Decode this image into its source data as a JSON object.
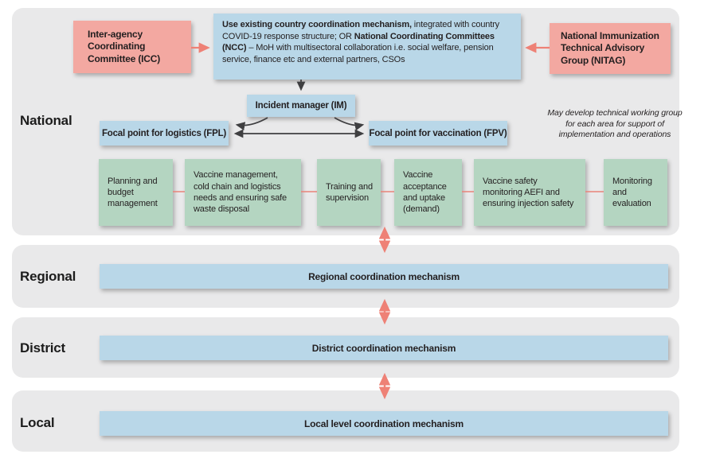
{
  "colors": {
    "panel_gray": "#e9e9ea",
    "box_pink": "#f3a8a1",
    "box_blue": "#b9d7e8",
    "box_green": "#b4d5c1",
    "arrow_pink": "#ee8176",
    "arrow_dark": "#3f3f41",
    "text": "#231f20"
  },
  "levels": [
    {
      "label": "National"
    },
    {
      "label": "Regional"
    },
    {
      "label": "District"
    },
    {
      "label": "Local"
    }
  ],
  "national": {
    "icc_label": "Inter-agency Coordinating Committee (ICC)",
    "nitag_label": "National Immunization Technical Advisory Group (NITAG)",
    "ncc_segments": [
      {
        "text": "Use existing country coordination mechanism,",
        "bold": true
      },
      {
        "text": " integrated with country COVID-19 response structure; OR ",
        "bold": false
      },
      {
        "text": "National Coordinating Committees (NCC)",
        "bold": true
      },
      {
        "text": " – MoH with multisectoral collaboration i.e. social welfare, pension service, finance etc and external partners, CSOs",
        "bold": false
      }
    ],
    "im_label": "Incident manager (IM)",
    "fpl_label": "Focal point for logistics (FPL)",
    "fpv_label": "Focal point for vaccination (FPV)",
    "note": "May develop technical working group for each area for support of implementation and operations",
    "functions": [
      "Planning and budget management",
      "Vaccine management, cold chain and logistics needs and ensuring safe waste disposal",
      "Training and supervision",
      "Vaccine acceptance and uptake (demand)",
      "Vaccine safety monitoring AEFI and ensuring injection safety",
      "Monitoring and evaluation"
    ]
  },
  "bands": {
    "regional": "Regional coordination mechanism",
    "district": "District coordination mechanism",
    "local": "Local level coordination mechanism"
  }
}
